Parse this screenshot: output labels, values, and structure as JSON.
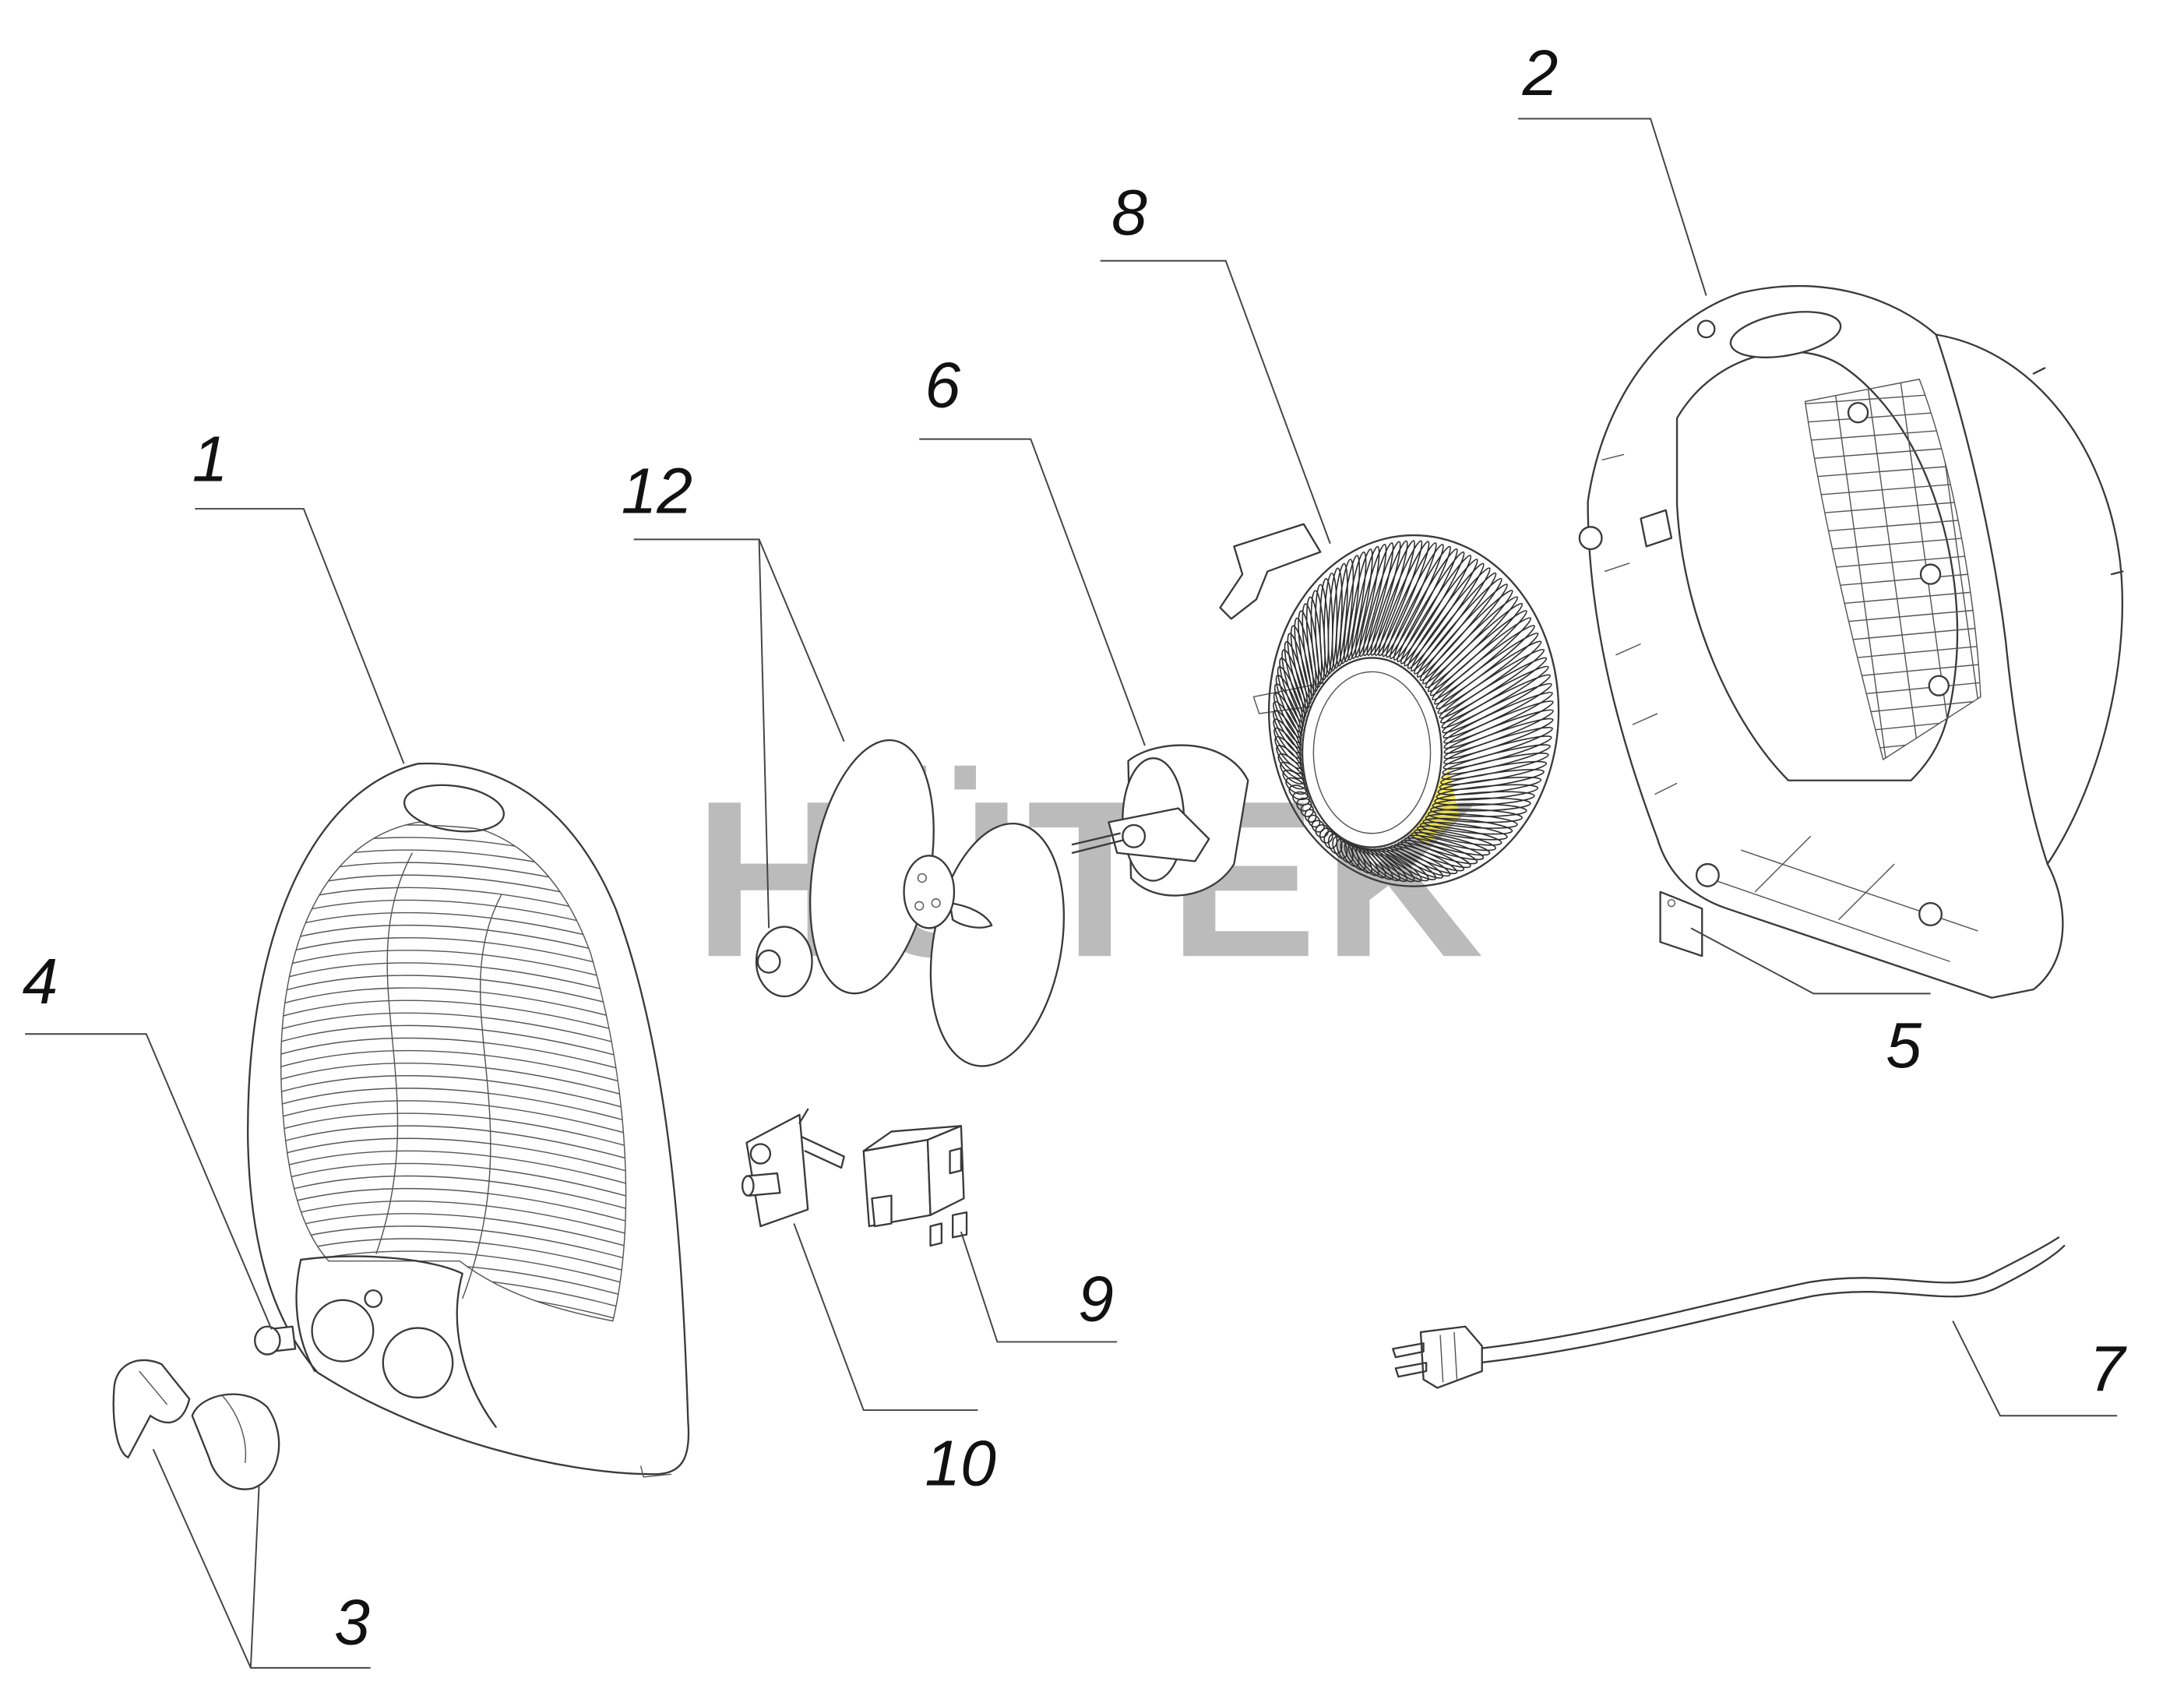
{
  "callouts": [
    {
      "number": "1"
    },
    {
      "number": "2"
    },
    {
      "number": "3"
    },
    {
      "number": "4"
    },
    {
      "number": "5"
    },
    {
      "number": "6"
    },
    {
      "number": "7"
    },
    {
      "number": "8"
    },
    {
      "number": "9"
    },
    {
      "number": "10"
    },
    {
      "number": "12"
    }
  ],
  "watermark": {
    "text": "HÜTEK"
  },
  "colors": {
    "background": "#ffffff",
    "line": "#3a3a3a",
    "watermark": "#b0b0b0",
    "logo_red": "#e5332a",
    "logo_yellow": "#f2e33a"
  }
}
